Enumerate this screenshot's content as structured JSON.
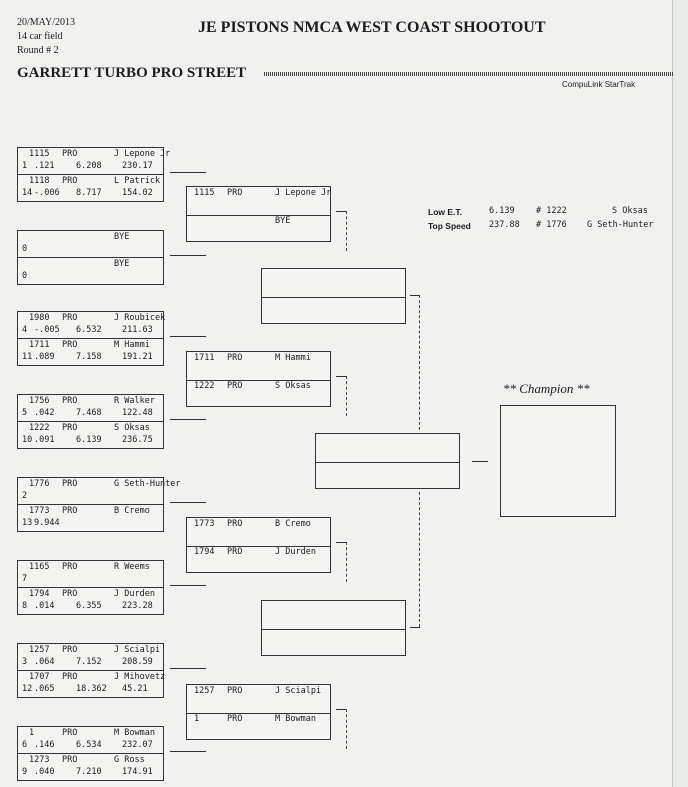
{
  "header": {
    "date": "20/MAY/2013",
    "field": "14 car field",
    "round": "Round # 2",
    "title": "JE PISTONS NMCA WEST COAST SHOOTOUT",
    "class_name": "GARRETT TURBO PRO STREET",
    "vendor": "CompuLink StarTrak"
  },
  "stats": {
    "low_et_label": "Low  E.T.",
    "low_et_value": "6.139",
    "low_et_car": "# 1222",
    "low_et_driver": "S Oksas",
    "top_speed_label": "Top Speed",
    "top_speed_value": "237.88",
    "top_speed_car": "# 1776",
    "top_speed_driver": "G Seth-Hunter"
  },
  "champion_label": "** Champion **",
  "round1": [
    {
      "a": {
        "car": "1115",
        "cls": "PRO",
        "driver": "J Lepone Jr",
        "seed": "1",
        "rt": ".121",
        "et": "6.208",
        "mph": "230.17"
      },
      "b": {
        "car": "1118",
        "cls": "PRO",
        "driver": "L Patrick",
        "seed": "14",
        "rt": "-.006",
        "et": "8.717",
        "mph": "154.02"
      }
    },
    {
      "a": {
        "car": "",
        "cls": "",
        "driver": "BYE",
        "seed": "0",
        "rt": "",
        "et": "",
        "mph": ""
      },
      "b": {
        "car": "",
        "cls": "",
        "driver": "BYE",
        "seed": "0",
        "rt": "",
        "et": "",
        "mph": ""
      }
    },
    {
      "a": {
        "car": "1980",
        "cls": "PRO",
        "driver": "J Roubicek",
        "seed": "4",
        "rt": "-.005",
        "et": "6.532",
        "mph": "211.63"
      },
      "b": {
        "car": "1711",
        "cls": "PRO",
        "driver": "M Hammi",
        "seed": "11",
        "rt": ".089",
        "et": "7.158",
        "mph": "191.21"
      }
    },
    {
      "a": {
        "car": "1756",
        "cls": "PRO",
        "driver": "R Walker",
        "seed": "5",
        "rt": ".042",
        "et": "7.468",
        "mph": "122.48"
      },
      "b": {
        "car": "1222",
        "cls": "PRO",
        "driver": "S Oksas",
        "seed": "10",
        "rt": ".091",
        "et": "6.139",
        "mph": "236.75"
      }
    },
    {
      "a": {
        "car": "1776",
        "cls": "PRO",
        "driver": "G Seth-Hunter",
        "seed": "2",
        "rt": "",
        "et": "",
        "mph": ""
      },
      "b": {
        "car": "1773",
        "cls": "PRO",
        "driver": "B Cremo",
        "seed": "13",
        "rt": "9.944",
        "et": "",
        "mph": ""
      }
    },
    {
      "a": {
        "car": "1165",
        "cls": "PRO",
        "driver": "R Weems",
        "seed": "7",
        "rt": "",
        "et": "",
        "mph": ""
      },
      "b": {
        "car": "1794",
        "cls": "PRO",
        "driver": "J Durden",
        "seed": "8",
        "rt": ".014",
        "et": "6.355",
        "mph": "223.28"
      }
    },
    {
      "a": {
        "car": "1257",
        "cls": "PRO",
        "driver": "J Scialpi",
        "seed": "3",
        "rt": ".064",
        "et": "7.152",
        "mph": "208.59"
      },
      "b": {
        "car": "1707",
        "cls": "PRO",
        "driver": "J Mihovetz",
        "seed": "12",
        "rt": ".065",
        "et": "18.362",
        "mph": "45.21"
      }
    },
    {
      "a": {
        "car": "1",
        "cls": "PRO",
        "driver": "M Bowman",
        "seed": "6",
        "rt": ".146",
        "et": "6.534",
        "mph": "232.07"
      },
      "b": {
        "car": "1273",
        "cls": "PRO",
        "driver": "G Ross",
        "seed": "9",
        "rt": ".040",
        "et": "7.210",
        "mph": "174.91"
      }
    }
  ],
  "round2": [
    {
      "a": {
        "car": "1115",
        "cls": "PRO",
        "driver": "J Lepone Jr"
      },
      "b": {
        "car": "",
        "cls": "",
        "driver": "BYE"
      }
    },
    {
      "a": {
        "car": "1711",
        "cls": "PRO",
        "driver": "M Hammi"
      },
      "b": {
        "car": "1222",
        "cls": "PRO",
        "driver": "S Oksas"
      }
    },
    {
      "a": {
        "car": "1773",
        "cls": "PRO",
        "driver": "B Cremo"
      },
      "b": {
        "car": "1794",
        "cls": "PRO",
        "driver": "J Durden"
      }
    },
    {
      "a": {
        "car": "1257",
        "cls": "PRO",
        "driver": "J Scialpi"
      },
      "b": {
        "car": "1",
        "cls": "PRO",
        "driver": "M Bowman"
      }
    }
  ]
}
